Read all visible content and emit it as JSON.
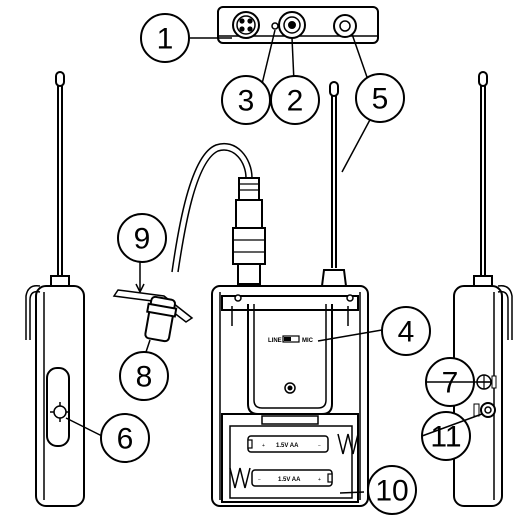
{
  "callouts": [
    {
      "id": "c1",
      "label": "1"
    },
    {
      "id": "c2",
      "label": "2"
    },
    {
      "id": "c3",
      "label": "3"
    },
    {
      "id": "c4",
      "label": "4"
    },
    {
      "id": "c5",
      "label": "5"
    },
    {
      "id": "c6",
      "label": "6"
    },
    {
      "id": "c7",
      "label": "7"
    },
    {
      "id": "c8",
      "label": "8"
    },
    {
      "id": "c9",
      "label": "9"
    },
    {
      "id": "c10",
      "label": "10"
    },
    {
      "id": "c11",
      "label": "11"
    }
  ],
  "switch_labels": {
    "line": "LINE",
    "mic": "MIC"
  },
  "battery_label": "1.5V AA",
  "polarity": {
    "plus": "+",
    "minus": "−"
  }
}
